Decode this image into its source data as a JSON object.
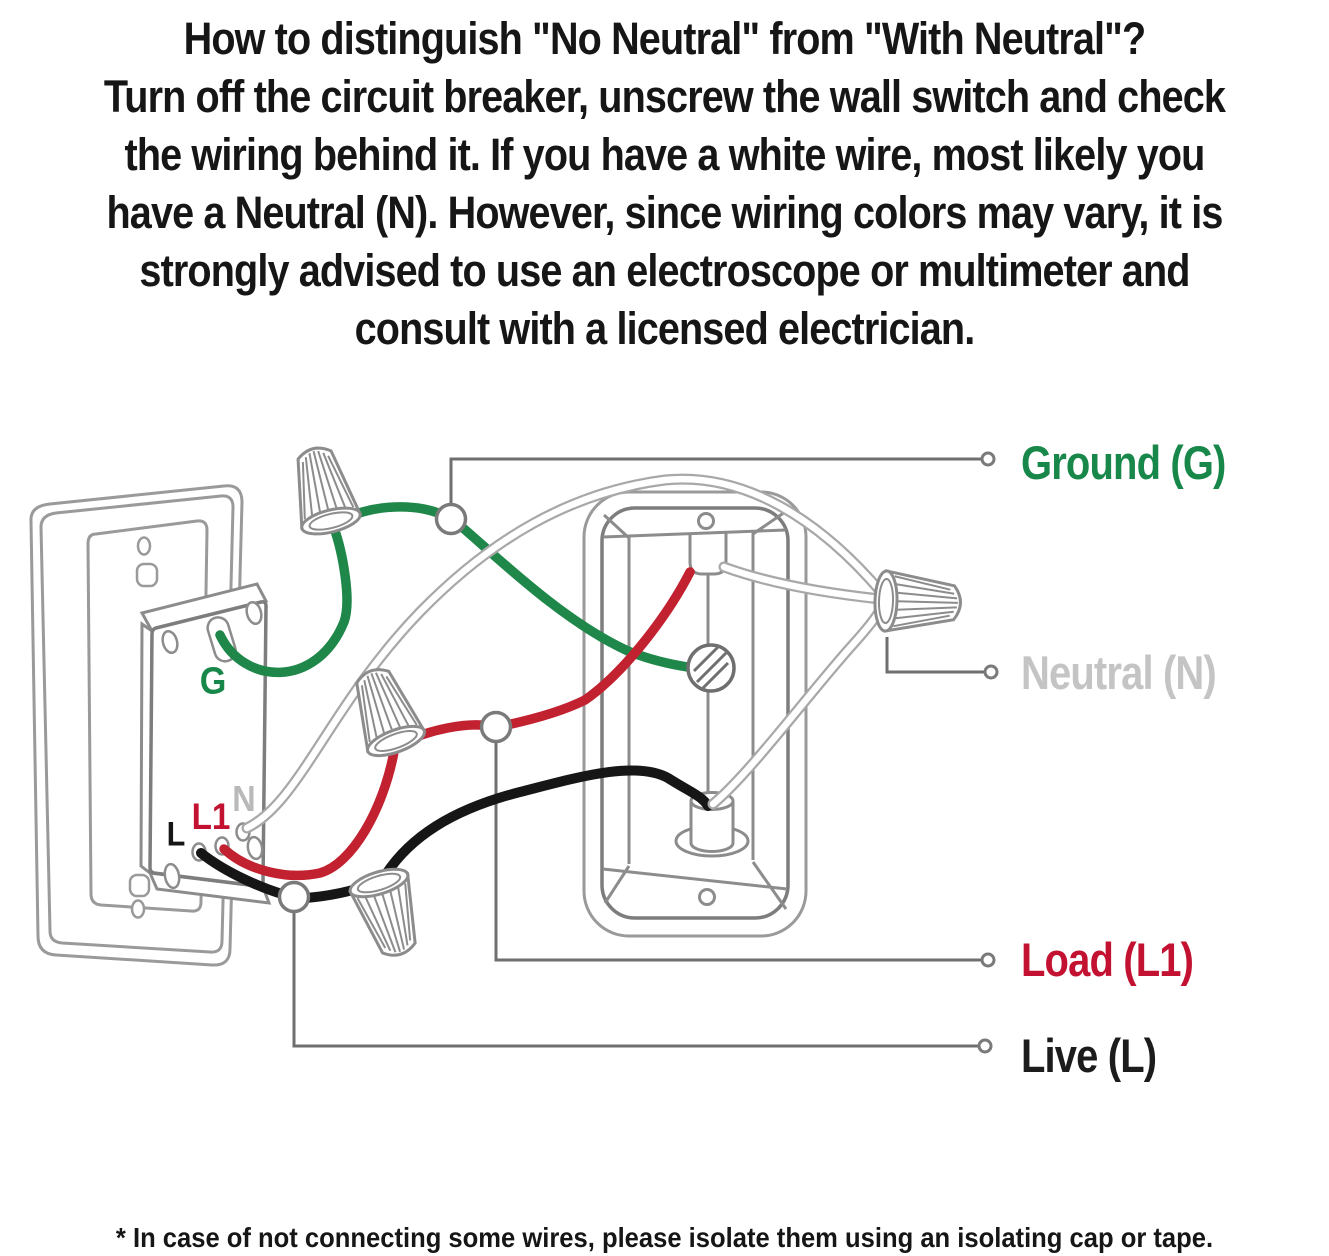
{
  "header": {
    "lines": [
      "How to distinguish \"No Neutral\" from \"With Neutral\"?",
      "Turn off the circuit breaker, unscrew the wall switch and check",
      "the wiring behind it. If you have a white wire, most likely you",
      "have a Neutral (N). However, since wiring colors may vary, it is",
      "strongly advised  to use an electroscope or multimeter and",
      "consult with a licensed electrician."
    ]
  },
  "labels": {
    "ground": {
      "text": "Ground (G)",
      "color": "#17874a"
    },
    "neutral": {
      "text": "Neutral (N)",
      "color": "#c4c4c4"
    },
    "load": {
      "text": "Load (L1)",
      "color": "#c31231"
    },
    "live": {
      "text": "Live (L)",
      "color": "#1c1c1c"
    }
  },
  "terminals": {
    "ground": "G",
    "neutral": "N",
    "load": "L1",
    "live": "L"
  },
  "colors": {
    "ground_wire": "#1e8749",
    "load_wire": "#c22130",
    "live_wire": "#161616",
    "neutral_wire_outline": "#a8a8a8",
    "callout_line": "#6f6f6f",
    "diagram_outline": "#8c8c8c"
  },
  "footnote": "* In case of not connecting some wires, please isolate them using an isolating cap or tape."
}
